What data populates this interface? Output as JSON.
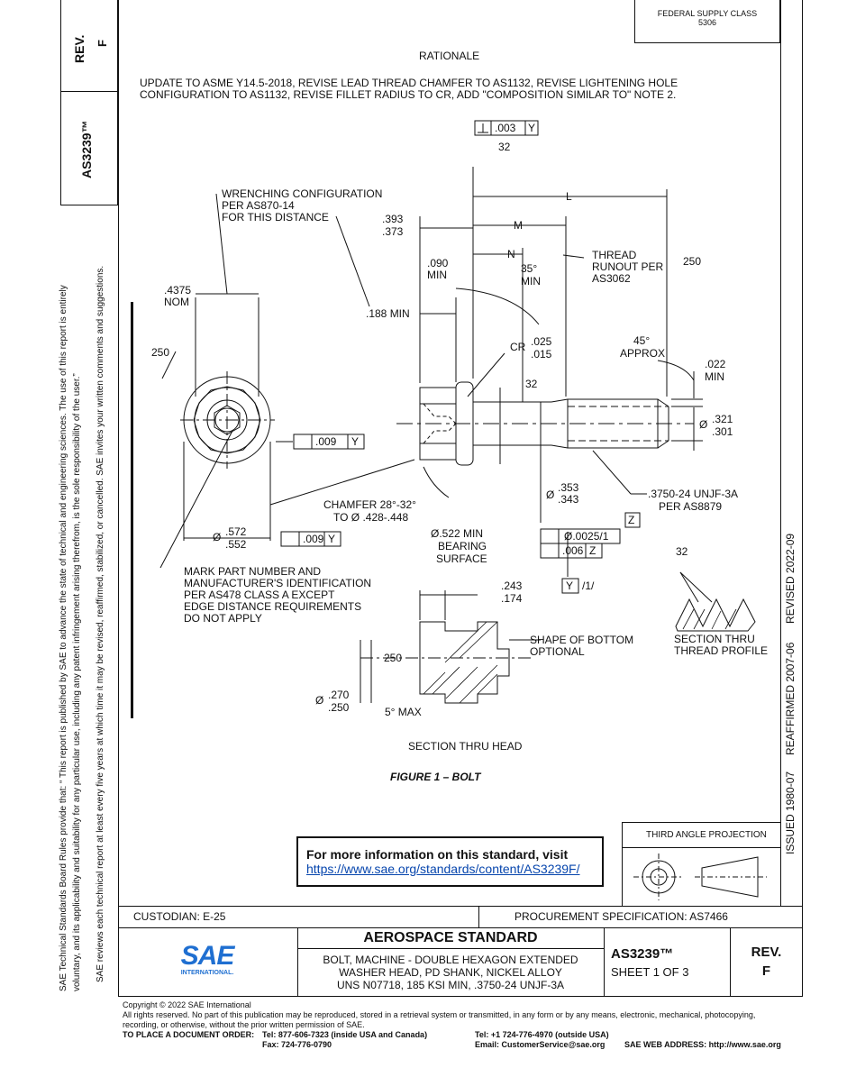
{
  "header": {
    "supply_class_label": "FEDERAL SUPPLY CLASS",
    "supply_class_value": "5306",
    "rev_label": "REV.",
    "rev_value": "F",
    "doc_number": "AS3239™"
  },
  "side_text": {
    "line1": "SAE Technical Standards Board Rules provide that: “ This report is published by SAE to advance the state of technical and engineering sciences. The use of this report is entirely",
    "line2": "voluntary, and its applicability and suitability for any particular use, including any patent infringement arising therefrom, is the sole responsibility of the user.”",
    "line3": "SAE reviews each technical report at least every five years at which time it may be revised, reaffirmed, stabilized, or cancelled. SAE invites your written comments and suggestions."
  },
  "history": {
    "issued": "ISSUED 1980-07",
    "reaffirmed": "REAFFIRMED 2007-06",
    "revised": "REVISED 2022-09"
  },
  "rationale": {
    "title": "RATIONALE",
    "line1": "UPDATE TO ASME Y14.5-2018, REVISE LEAD THREAD CHAMFER TO AS1132, REVISE LIGHTENING HOLE",
    "line2": "CONFIGURATION TO AS1132, REVISE FILLET RADIUS TO CR, ADD \"COMPOSITION SIMILAR TO\" NOTE 2."
  },
  "drawing": {
    "wrench_1": "WRENCHING CONFIGURATION",
    "wrench_2": "PER AS870-14",
    "wrench_3": "FOR THIS DISTANCE",
    "d_4375": ".4375",
    "nom": "NOM",
    "d_393": ".393",
    "d_373": ".373",
    "d_188": ".188 MIN",
    "d_090": ".090",
    "min": "MIN",
    "ang_35": "35°",
    "n": "N",
    "m": "M",
    "l": "L",
    "thread_runout_1": "THREAD",
    "thread_runout_2": "RUNOUT PER",
    "thread_runout_3": "AS3062",
    "f250": "250",
    "f32": "32",
    "fcf_perp_val": ".003",
    "fcf_y": "Y",
    "cr": "CR",
    "cr_025": ".025",
    "cr_015": ".015",
    "ang_45": "45°",
    "approx": "APPROX",
    "d_022": ".022",
    "d_321": ".321",
    "d_301": ".301",
    "dia": "Ø",
    "runout_009": ".009",
    "chamfer_1": "CHAMFER 28°-32°",
    "chamfer_2": "TO Ø .428-.448",
    "d_353": ".353",
    "d_343": ".343",
    "thread_spec_1": ".3750-24 UNJF-3A",
    "thread_spec_2": "PER AS8879",
    "datum_z": "Z",
    "d_572": ".572",
    "d_552": ".552",
    "bearing_1": "Ø.522 MIN",
    "bearing_2": "BEARING",
    "bearing_3": "SURFACE",
    "fcf_flat": "Ø.0025/1",
    "fcf_006": ".006",
    "datum_y_note": "/1/",
    "mark_1": "MARK PART NUMBER AND",
    "mark_2": "MANUFACTURER'S IDENTIFICATION",
    "mark_3": "PER AS478 CLASS A EXCEPT",
    "mark_4": "EDGE DISTANCE REQUIREMENTS",
    "mark_5": "DO NOT APPLY",
    "d_243": ".243",
    "d_174": ".174",
    "shape_1": "SHAPE OF BOTTOM",
    "shape_2": "OPTIONAL",
    "section_thru_1": "SECTION THRU",
    "section_thru_2": "THREAD PROFILE",
    "d_270": ".270",
    "d_250": ".250",
    "max5": "5° MAX",
    "section_head": "SECTION THRU HEAD",
    "figure": "FIGURE 1 – BOLT"
  },
  "info_box": {
    "text": "For more information on this standard, visit",
    "link": "https://www.sae.org/standards/content/AS3239F/"
  },
  "projection": {
    "label": "THIRD ANGLE PROJECTION"
  },
  "title_block": {
    "custodian": "CUSTODIAN: E-25",
    "procurement": "PROCUREMENT SPECIFICATION: AS7466",
    "standard": "AEROSPACE STANDARD",
    "desc_1": "BOLT, MACHINE - DOUBLE HEXAGON EXTENDED",
    "desc_2": "WASHER HEAD, PD SHANK, NICKEL ALLOY",
    "desc_3": "UNS N07718, 185 KSI MIN, .3750-24 UNJF-3A",
    "doc_number": "AS3239™",
    "sheet": "SHEET 1 OF 3",
    "rev_label": "REV.",
    "rev_value": "F",
    "logo_text": "SAE",
    "logo_sub": "INTERNATIONAL."
  },
  "footer": {
    "copyright": "Copyright © 2022 SAE International",
    "rights_1": "All rights reserved. No part of this publication may be reproduced, stored in a retrieval system or transmitted, in any form or by any means, electronic, mechanical, photocopying,",
    "rights_2": "recording, or otherwise, without the prior written permission of SAE.",
    "order_label": "TO PLACE A DOCUMENT ORDER:",
    "tel_us": "Tel: 877-606-7323 (inside USA and Canada)",
    "fax": "Fax: 724-776-0790",
    "tel_intl": "Tel: +1 724-776-4970 (outside USA)",
    "email": "Email: CustomerService@sae.org",
    "web": "SAE WEB ADDRESS: http://www.sae.org"
  }
}
